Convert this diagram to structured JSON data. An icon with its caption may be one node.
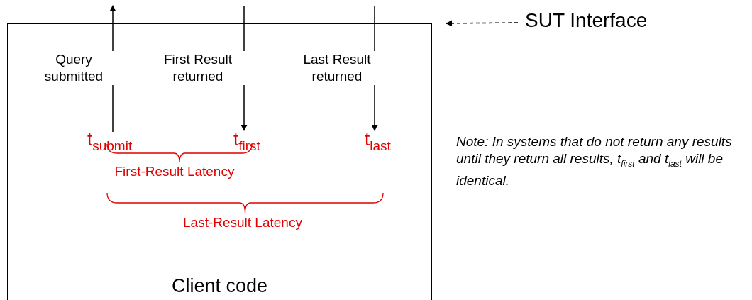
{
  "diagram": {
    "nodes": [
      {
        "text": [
          "Client code"
        ]
      },
      {
        "text": [
          "t$_{submit}$"
        ],
        "in": 0
      },
      {
        "text": [
          "t$_{first}$"
        ],
        "in": 0
      },
      {
        "text": [
          "t$_{last}$"
        ],
        "in": 0
      },
      {
        "text": [
          "SUT Interface"
        ]
      }
    ],
    "edges": [
      {
        "from": 1,
        "to": null,
        "arrow": "to",
        "label": "Query submitted"
      },
      {
        "from": null,
        "to": 2,
        "arrow": "to",
        "label": "First Result returned"
      },
      {
        "from": null,
        "to": 3,
        "arrow": "to",
        "label": "Last Result returned"
      },
      {
        "from": 4,
        "to": 0,
        "arrow": "to",
        "style": "dashed"
      }
    ],
    "labels": [
      "First-Result Latency",
      "Last-Result Latency",
      "Note: In systems that do not return any results until they return all results, t$_{first}$ and t$_{last}$ will be identical."
    ]
  }
}
